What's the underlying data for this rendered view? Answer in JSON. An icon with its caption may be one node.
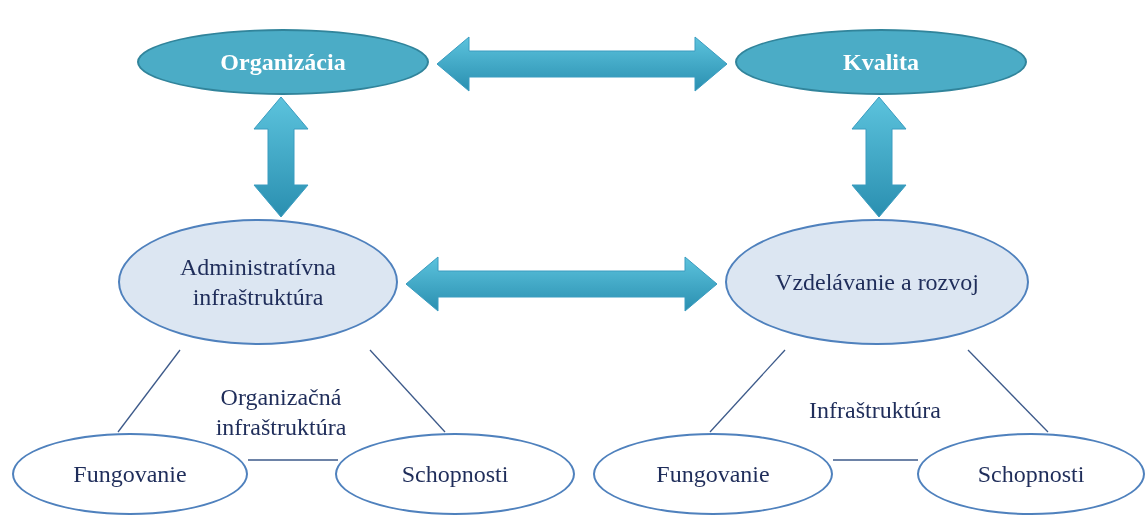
{
  "diagram": {
    "nodes": [
      {
        "text": [
          "Organizácia"
        ]
      },
      {
        "text": [
          "Kvalita"
        ]
      },
      {
        "text": [
          "Administratívna infraštruktúra"
        ]
      },
      {
        "text": [
          "Vzdelávanie a rozvoj"
        ]
      },
      {
        "text": [
          "Fungovanie"
        ]
      },
      {
        "text": [
          "Schopnosti"
        ]
      },
      {
        "text": [
          "Fungovanie"
        ]
      },
      {
        "text": [
          "Schopnosti"
        ]
      }
    ],
    "edges": [
      {
        "from": 0,
        "to": 1,
        "arrow": "both",
        "style": "thick"
      },
      {
        "from": 0,
        "to": 2,
        "arrow": "both",
        "style": "thick"
      },
      {
        "from": 1,
        "to": 3,
        "arrow": "both",
        "style": "thick"
      },
      {
        "from": 2,
        "to": 3,
        "arrow": "both",
        "style": "thick"
      },
      {
        "from": 2,
        "to": 4,
        "arrow": "none"
      },
      {
        "from": 2,
        "to": 5,
        "arrow": "none"
      },
      {
        "from": 4,
        "to": 5,
        "arrow": "none"
      },
      {
        "from": 3,
        "to": 6,
        "arrow": "none"
      },
      {
        "from": 3,
        "to": 7,
        "arrow": "none"
      },
      {
        "from": 6,
        "to": 7,
        "arrow": "none"
      }
    ],
    "labels": [
      "Organizačná infraštruktúra",
      "Infraštruktúra"
    ]
  }
}
